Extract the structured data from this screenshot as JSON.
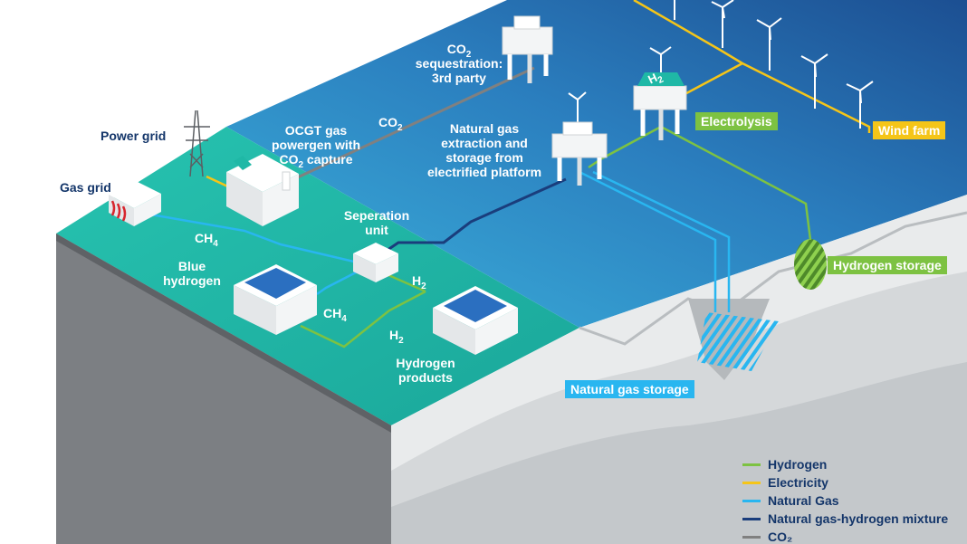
{
  "labels": {
    "co2_sequestration": "CO₂\nsequestration:\n3rd party",
    "power_grid": "Power grid",
    "gas_grid": "Gas grid",
    "ocgt": "OCGT gas\npowergen with\nCO₂ capture",
    "co2_flow": "CO₂",
    "natural_gas_platform": "Natural gas\nextraction and\nstorage from\nelectrified platform",
    "separation_unit": "Seperation\nunit",
    "ch4_top": "CH₄",
    "ch4_bottom": "CH₄",
    "h2_right": "H₂",
    "h2_bottom": "H₂",
    "blue_hydrogen": "Blue\nhydrogen",
    "hydrogen_products": "Hydrogen\nproducts",
    "electrolysis": "Electrolysis",
    "wind_farm": "Wind farm",
    "hydrogen_storage": "Hydrogen storage",
    "natural_gas_storage": "Natural gas storage",
    "h2_platform_mark": "H₂"
  },
  "legend": [
    {
      "label": "Hydrogen",
      "color": "#7dc242"
    },
    {
      "label": "Electricity",
      "color": "#f5c518"
    },
    {
      "label": "Natural Gas",
      "color": "#29b6f0"
    },
    {
      "label": "Natural gas-hydrogen mixture",
      "color": "#1a3d7c"
    },
    {
      "label": "CO₂",
      "color": "#808080"
    }
  ],
  "colors": {
    "hydrogen": "#7dc242",
    "electricity": "#f5c518",
    "natural_gas": "#29b6f0",
    "mixture": "#1a3d7c",
    "co2": "#808080",
    "sea_dark": "#1d5a9a",
    "sea_light": "#3aa6d8",
    "land": "#1fb8a6",
    "text_dark": "#14366a"
  }
}
